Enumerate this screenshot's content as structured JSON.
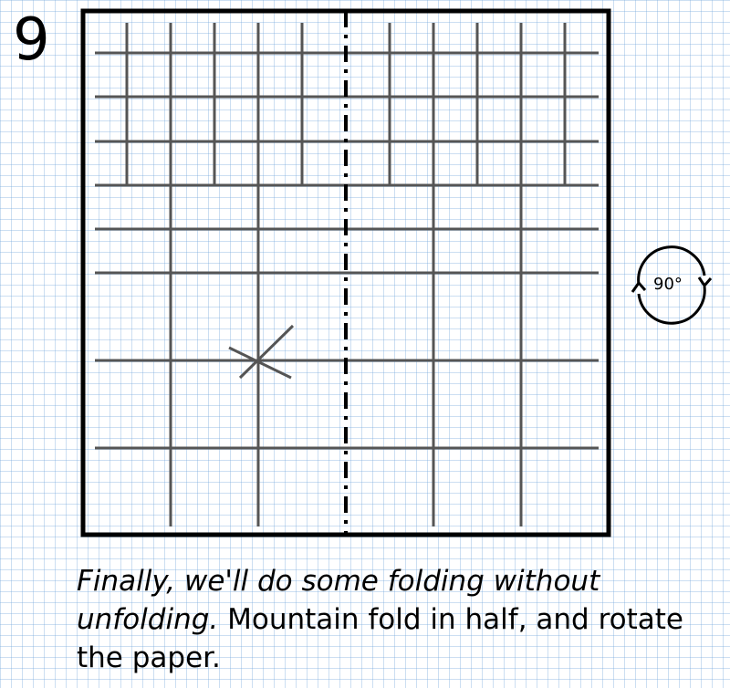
{
  "step": {
    "number": "9"
  },
  "rotate_indicator": {
    "label": "90°",
    "icon": "rotate-arrows-icon"
  },
  "caption": {
    "italic": "Finally, we'll do some folding without unfolding.",
    "plain": " Mountain fold in half, and rotate the paper."
  },
  "colors": {
    "paper_border": "#000000",
    "crease_lines": "#555555",
    "mountain_fold": "#000000",
    "grid_background": "#cfe0f2"
  }
}
